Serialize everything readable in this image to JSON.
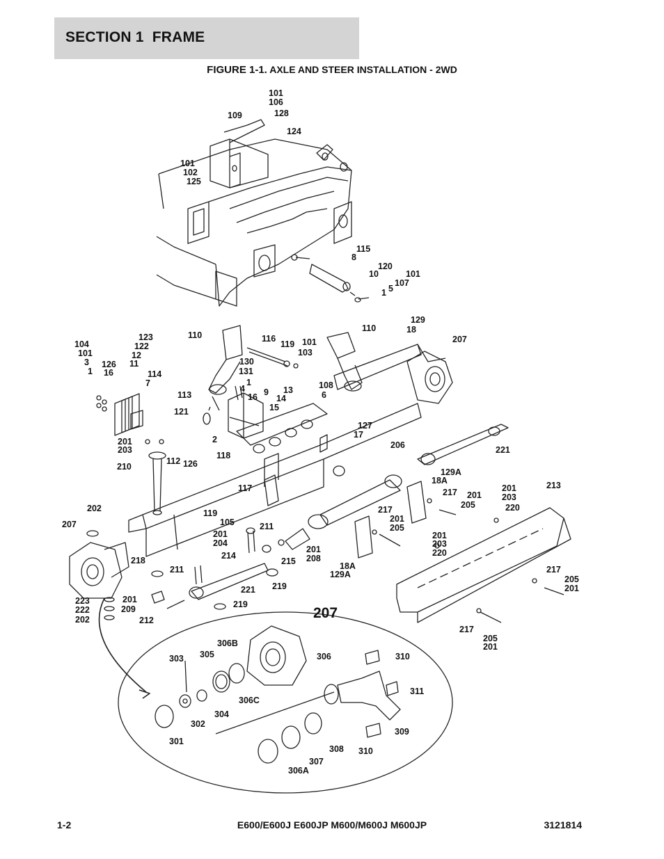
{
  "header": {
    "section_title": "SECTION 1  FRAME"
  },
  "figure": {
    "number": "FIGURE 1-1.",
    "title": "AXLE AND STEER INSTALLATION - 2WD"
  },
  "callouts": {
    "c1": "101",
    "c2": "106",
    "c3": "128",
    "c4": "109",
    "c5": "124",
    "c6": "101",
    "c7": "102",
    "c8": "125",
    "c9": "115",
    "c10": "8",
    "c11": "120",
    "c12": "10",
    "c13": "101",
    "c14": "107",
    "c15": "1",
    "c16": "5",
    "c17": "104",
    "c18": "101",
    "c19": "3",
    "c20": "1",
    "c21": "123",
    "c22": "122",
    "c23": "12",
    "c24": "11",
    "c25": "126",
    "c26": "16",
    "c27": "114",
    "c28": "7",
    "c29": "110",
    "c30": "116",
    "c31": "119",
    "c32": "101",
    "c33": "103",
    "c34": "130",
    "c35": "131",
    "c36": "1",
    "c37": "4",
    "c38": "16",
    "c39": "9",
    "c40": "13",
    "c41": "14",
    "c42": "15",
    "c43": "113",
    "c44": "121",
    "c45": "2",
    "c46": "110",
    "c47": "129",
    "c48": "18",
    "c49": "207",
    "c50": "108",
    "c51": "6",
    "c52": "127",
    "c53": "17",
    "c54": "201",
    "c55": "203",
    "c56": "210",
    "c57": "118",
    "c58": "112",
    "c59": "126",
    "c60": "206",
    "c61": "221",
    "c62": "129A",
    "c63": "18A",
    "c64": "217",
    "c65": "201",
    "c66": "205",
    "c67": "201",
    "c68": "203",
    "c69": "220",
    "c70": "213",
    "c71": "202",
    "c72": "117",
    "c73": "119",
    "c74": "105",
    "c75": "207",
    "c76": "201",
    "c77": "204",
    "c78": "211",
    "c79": "214",
    "c80": "201",
    "c81": "208",
    "c82": "215",
    "c83": "217",
    "c84": "201",
    "c85": "205",
    "c86": "201",
    "c87": "203",
    "c88": "220",
    "c89": "18A",
    "c90": "129A",
    "c91": "218",
    "c92": "211",
    "c93": "221",
    "c94": "219",
    "c95": "223",
    "c96": "222",
    "c97": "202",
    "c98": "201",
    "c99": "209",
    "c100": "212",
    "c101": "219",
    "c102": "217",
    "c103": "205",
    "c104": "201",
    "c105": "217",
    "c106": "205",
    "c107": "201",
    "c108": "207",
    "c109": "306B",
    "c110": "303",
    "c111": "305",
    "c112": "306",
    "c113": "310",
    "c114": "311",
    "c115": "306C",
    "c116": "304",
    "c117": "302",
    "c118": "309",
    "c119": "301",
    "c120": "308",
    "c121": "310",
    "c122": "307",
    "c123": "306A"
  },
  "footer": {
    "page": "1-2",
    "models": "E600/E600J E600JP M600/M600J M600JP",
    "doc_number": "3121814"
  }
}
